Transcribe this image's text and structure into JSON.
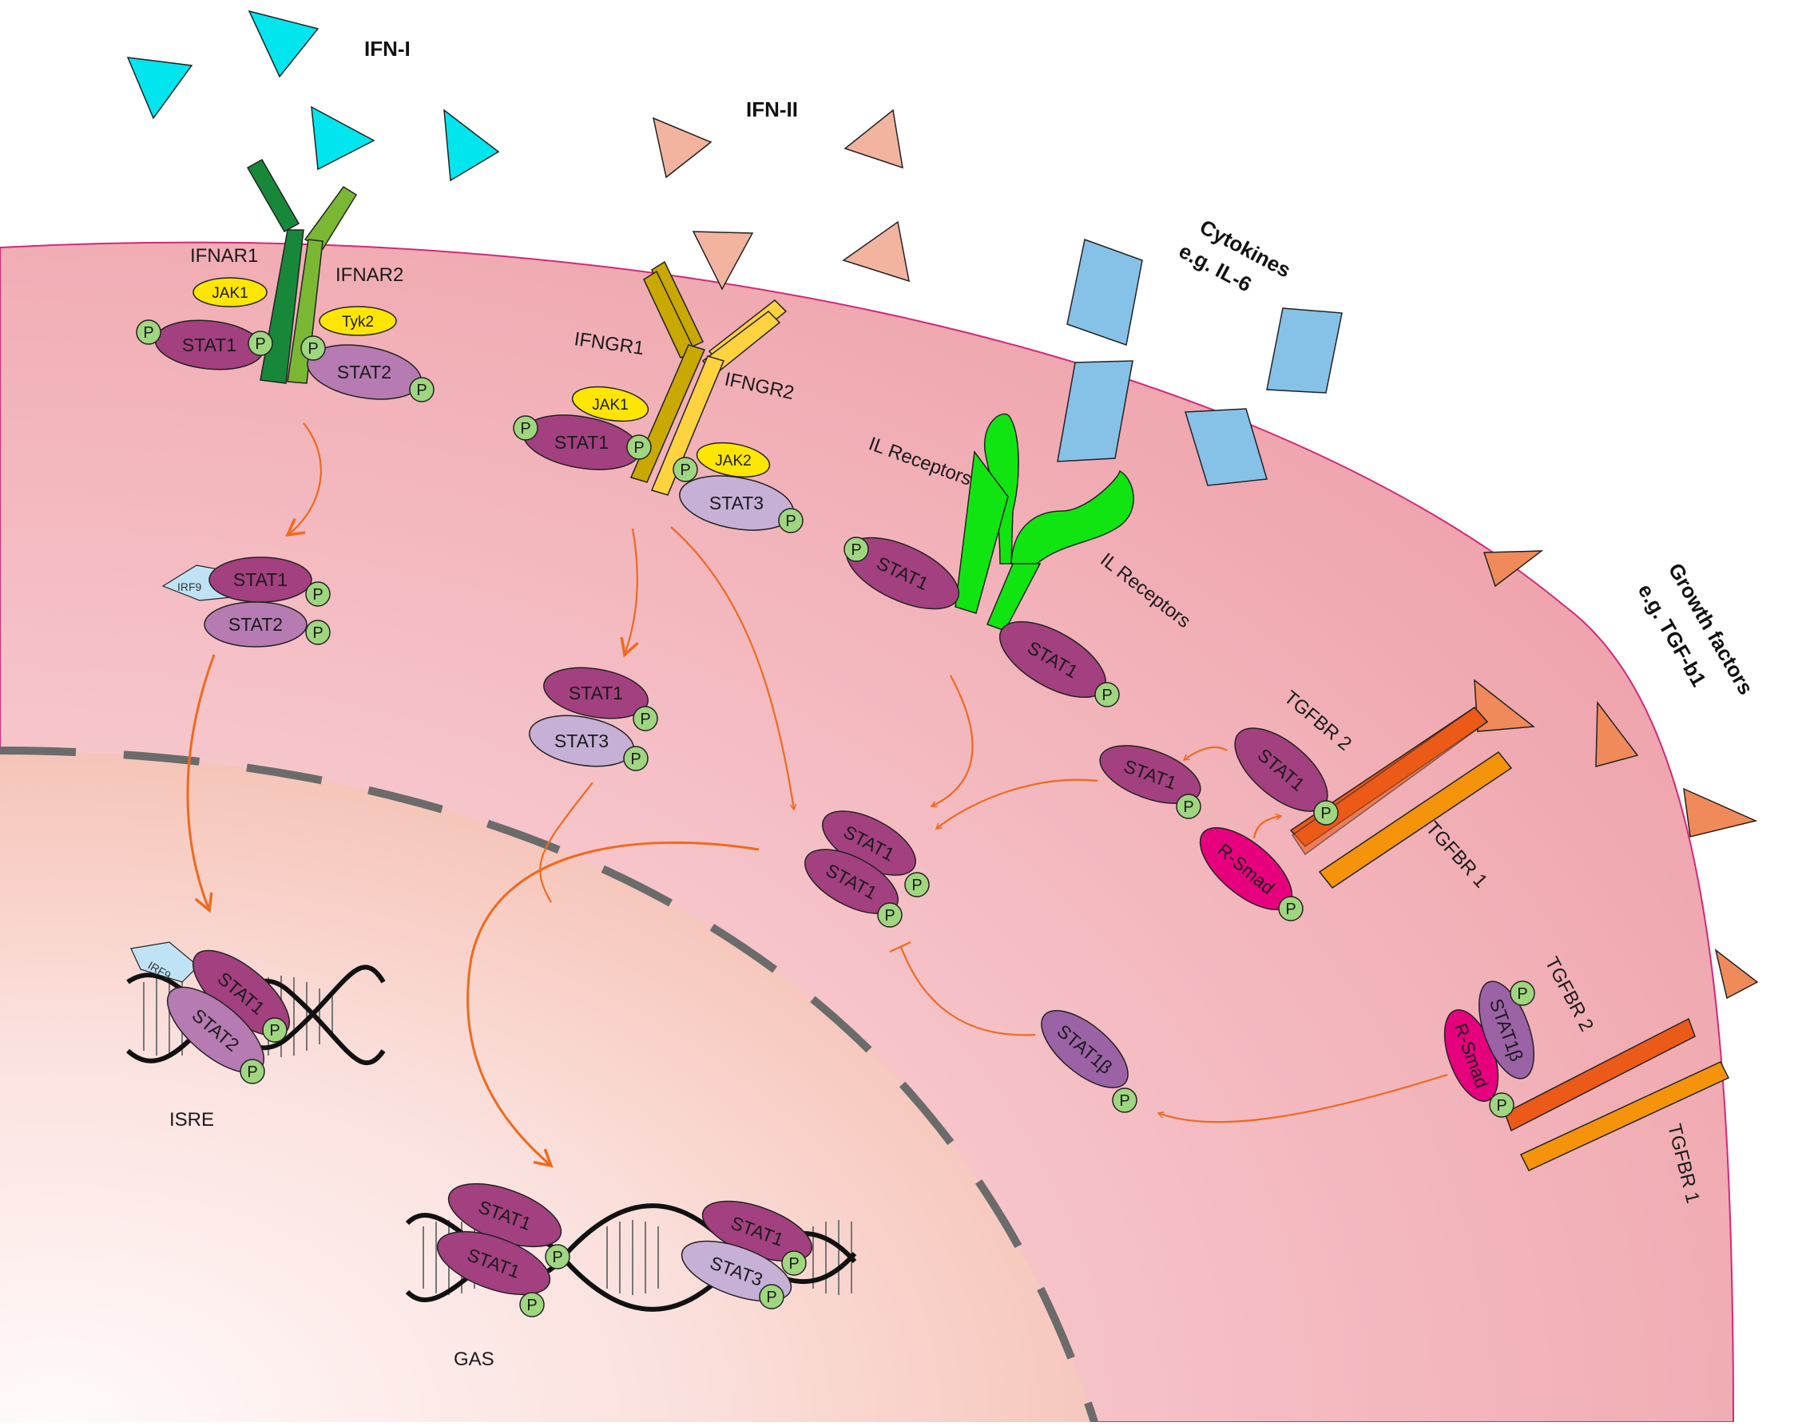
{
  "labels": {
    "ifn_i": "IFN-I",
    "ifn_ii": "IFN-II",
    "cytokines_1": "Cytokines",
    "cytokines_2": "e.g. IL-6",
    "growth_1": "Growth factors",
    "growth_2": "e.g. TGF-b1",
    "ifnar1": "IFNAR1",
    "ifnar2": "IFNAR2",
    "ifngr1": "IFNGR1",
    "ifngr2": "IFNGR2",
    "il_receptors": "IL Receptors",
    "tgfbr2": "TGFBR 2",
    "tgfbr1": "TGFBR 1",
    "isre": "ISRE",
    "gas": "GAS"
  },
  "molecules": {
    "stat1": "STAT1",
    "stat2": "STAT2",
    "stat3": "STAT3",
    "stat1b": "STAT1β",
    "rsmad": "R-Smad",
    "jak1": "JAK1",
    "jak2": "JAK2",
    "tyk2": "Tyk2",
    "irf9": "IRF9",
    "p": "P"
  },
  "colors": {
    "ifn_i": "#00e5ee",
    "ifn_ii": "#f2b39f",
    "cytokines": "#86c1e8",
    "growth_factors": "#f08a5a",
    "stat1": "#a3407f",
    "stat2": "#b57bb2",
    "stat3": "#c6b0d6",
    "stat1b": "#9b62a5",
    "rsmad": "#e6007e",
    "jak": "#ffe600",
    "phosphate": "#9fd67f",
    "arrow": "#ee6a1e",
    "ifnar1": "#17883a",
    "ifnar2": "#7ab833",
    "ifngr1": "#c9a800",
    "ifngr2": "#ffd23f",
    "il_receptor": "#11e511",
    "tgfbr2": "#ec5a17",
    "tgfbr1": "#f5940a"
  }
}
